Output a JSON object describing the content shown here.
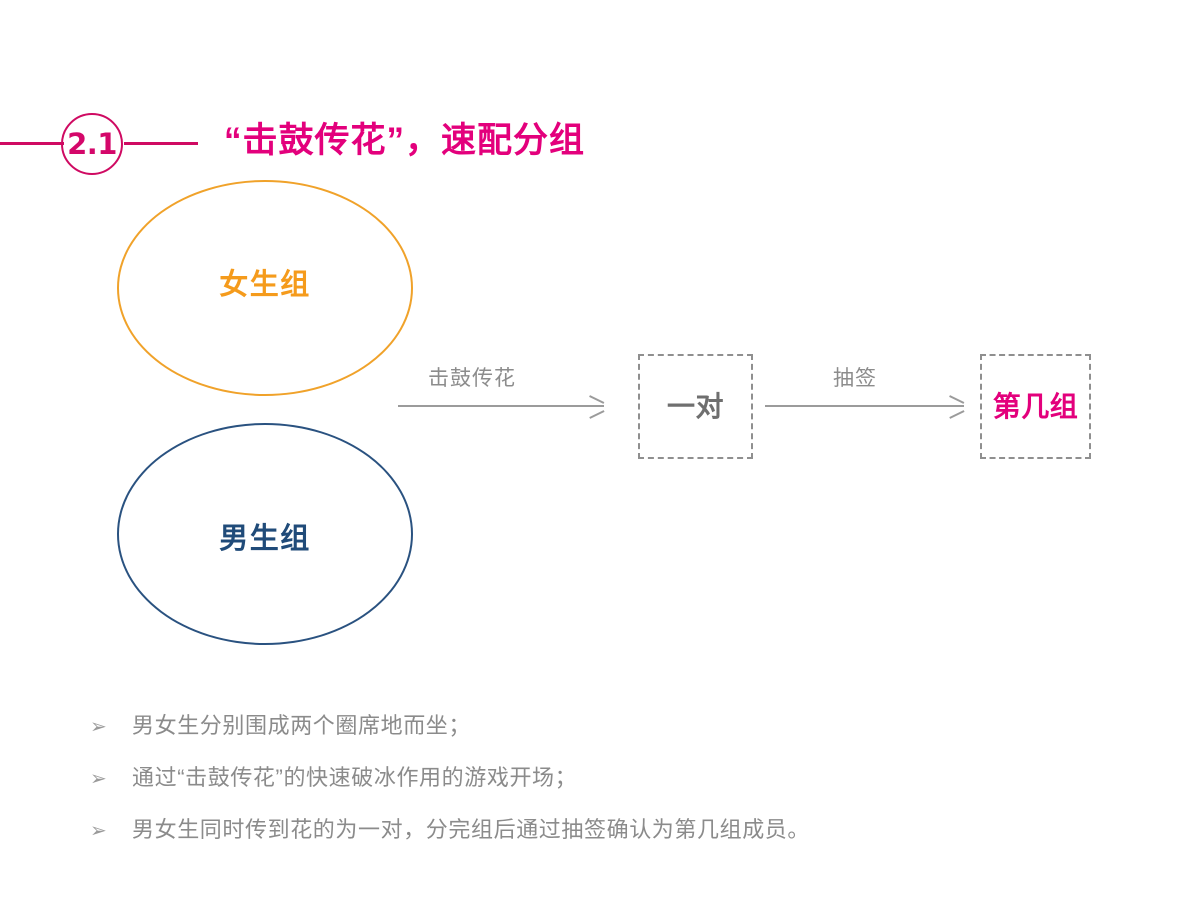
{
  "header": {
    "badge_number": "2.1",
    "title": "“击鼓传花”，速配分组",
    "accent_color": "#e3007c",
    "rule_color": "#cf0a62"
  },
  "diagram": {
    "groups": [
      {
        "label": "女生组",
        "color": "#f59b1c",
        "border_color": "#f0a22a",
        "shape": "ellipse"
      },
      {
        "label": "男生组",
        "color": "#204b79",
        "border_color": "#2a5280",
        "shape": "ellipse"
      }
    ],
    "arrows": [
      {
        "label": "击鼓传花",
        "color": "#8c8c8c"
      },
      {
        "label": "抽签",
        "color": "#8c8c8c"
      }
    ],
    "nodes": [
      {
        "label": "一对",
        "color": "#6f6f6f",
        "border_color": "#8f8f8f",
        "shape": "dashed-box"
      },
      {
        "label": "第几组",
        "color": "#e3007c",
        "border_color": "#8f8f8f",
        "shape": "dashed-box"
      }
    ]
  },
  "bullets": {
    "marker": "➢",
    "items": [
      "男女生分别围成两个圈席地而坐；",
      "通过“击鼓传花”的快速破冰作用的游戏开场；",
      "男女生同时传到花的为一对，分完组后通过抽签确认为第几组成员。"
    ]
  }
}
